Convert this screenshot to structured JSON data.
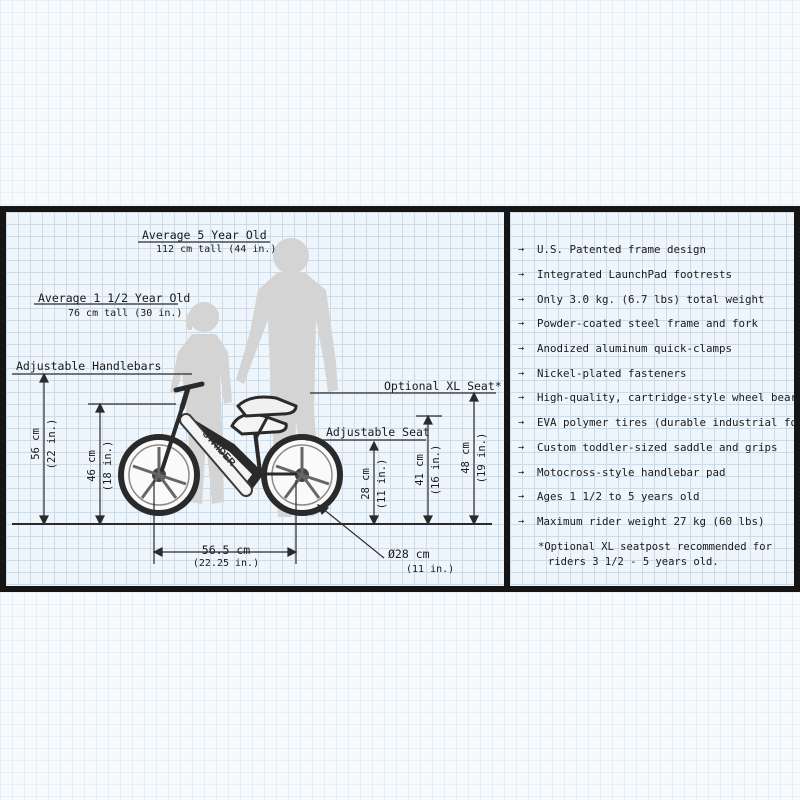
{
  "labels": {
    "avg5_title": "Average 5 Year Old",
    "avg5_height": "112 cm tall (44 in.)",
    "avg15_title": "Average 1 1/2 Year Old",
    "avg15_height": "76 cm tall (30 in.)",
    "handlebars": "Adjustable Handlebars",
    "xl_seat": "Optional XL Seat*",
    "adj_seat": "Adjustable Seat",
    "brand": "STRIDER",
    "dim_56_cm": "56 cm",
    "dim_56_in": "(22 in.)",
    "dim_46_cm": "46 cm",
    "dim_46_in": "(18 in.)",
    "dim_28_cm": "28 cm",
    "dim_28_in": "(11 in.)",
    "dim_41_cm": "41 cm",
    "dim_41_in": "(16 in.)",
    "dim_48_cm": "48 cm",
    "dim_48_in": "(19 in.)",
    "wheelbase_cm": "56.5 cm",
    "wheelbase_in": "(22.25 in.)",
    "wheel_cm": "Ø28 cm",
    "wheel_in": "(11 in.)"
  },
  "features": [
    "U.S. Patented frame design",
    "Integrated LaunchPad footrests",
    "Only 3.0 kg. (6.7 lbs) total weight",
    "Powder-coated steel frame and fork",
    "Anodized aluminum quick-clamps",
    "Nickel-plated fasteners",
    "High-quality, cartridge-style wheel bearings",
    "EVA polymer tires (durable industrial foam)",
    "Custom toddler-sized saddle and grips",
    "Motocross-style handlebar pad",
    "Ages 1 1/2 to 5 years old",
    "Maximum rider weight 27 kg (60 lbs)"
  ],
  "footnote": {
    "line1": "*Optional XL seatpost recommended for",
    "line2": "riders 3 1/2 - 5 years old."
  },
  "icons": {
    "bullet": "arrow-right-icon"
  },
  "colors": {
    "grid_bg": "#eef5fb",
    "grid_line": "#c9dced",
    "frame": "#151515",
    "silhouette": "#d4d4d4"
  }
}
